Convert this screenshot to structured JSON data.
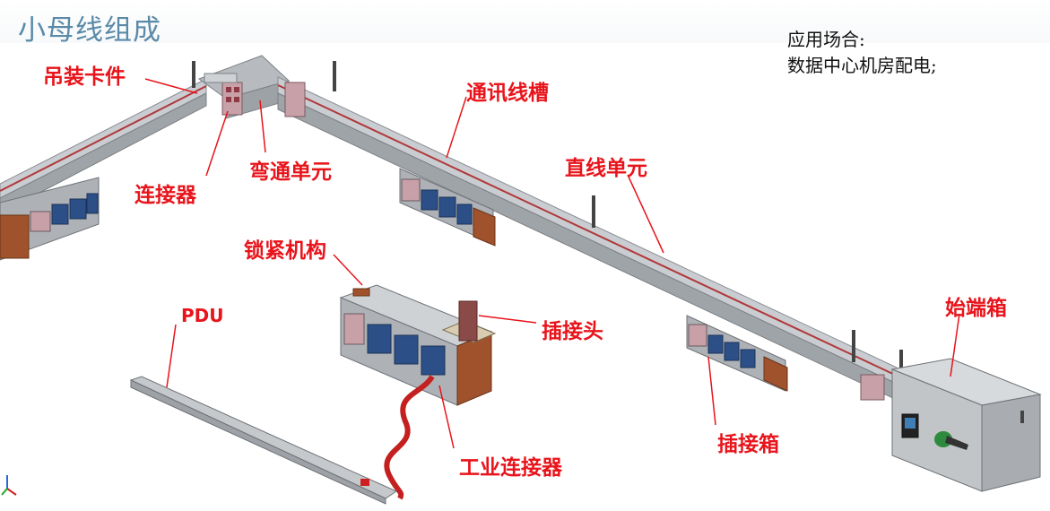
{
  "page": {
    "title": "小母线组成",
    "application": {
      "line1": "应用场合:",
      "line2": "数据中心机房配电;"
    }
  },
  "labels": {
    "hanger": "吊装卡件",
    "comm_trough": "通讯线槽",
    "bend_unit": "弯通单元",
    "connector": "连接器",
    "straight_unit": "直线单元",
    "lock_mechanism": "锁紧机构",
    "plug_head": "插接头",
    "pdu": "PDU",
    "start_box": "始端箱",
    "plug_box": "插接箱",
    "industrial_connector": "工业连接器"
  },
  "colors": {
    "label_red": "#e8141b",
    "title_blue": "#5a8aa8",
    "busway_gray": "#b8bcc0",
    "rust": "#a0522d",
    "socket_blue": "#2b4f86"
  }
}
